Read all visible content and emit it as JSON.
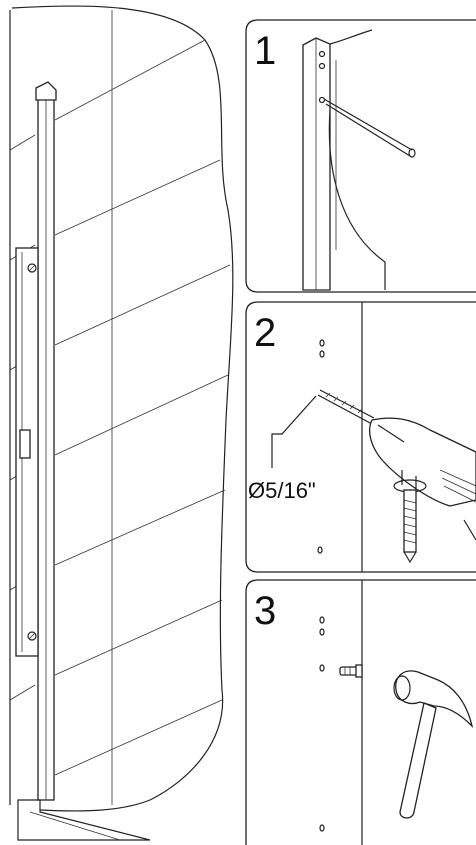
{
  "steps": [
    {
      "number": "1"
    },
    {
      "number": "2"
    },
    {
      "number": "3"
    }
  ],
  "dimension_label": "Ø5/16\""
}
